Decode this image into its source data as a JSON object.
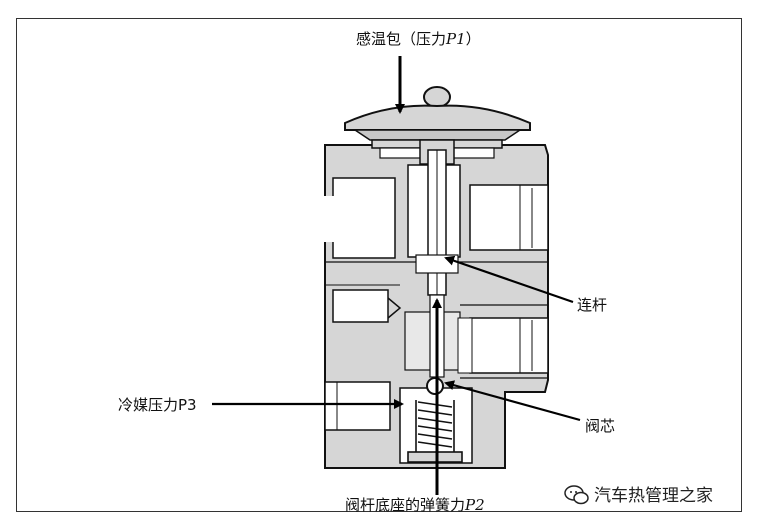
{
  "labels": {
    "bulb": "感温包（压力",
    "bulb_var": "P1",
    "bulb_close": "）",
    "rod": "连杆",
    "refrigerant": "冷媒压力P3",
    "valve_core": "阀芯",
    "spring_prefix": "阀杆底座的弹簧力",
    "spring_var": "P2"
  },
  "watermark": {
    "text": "汽车热管理之家",
    "icon": "wechat-icon"
  },
  "colors": {
    "body_fill": "#d6d6d6",
    "outline": "#111111",
    "arrow": "#000000"
  }
}
